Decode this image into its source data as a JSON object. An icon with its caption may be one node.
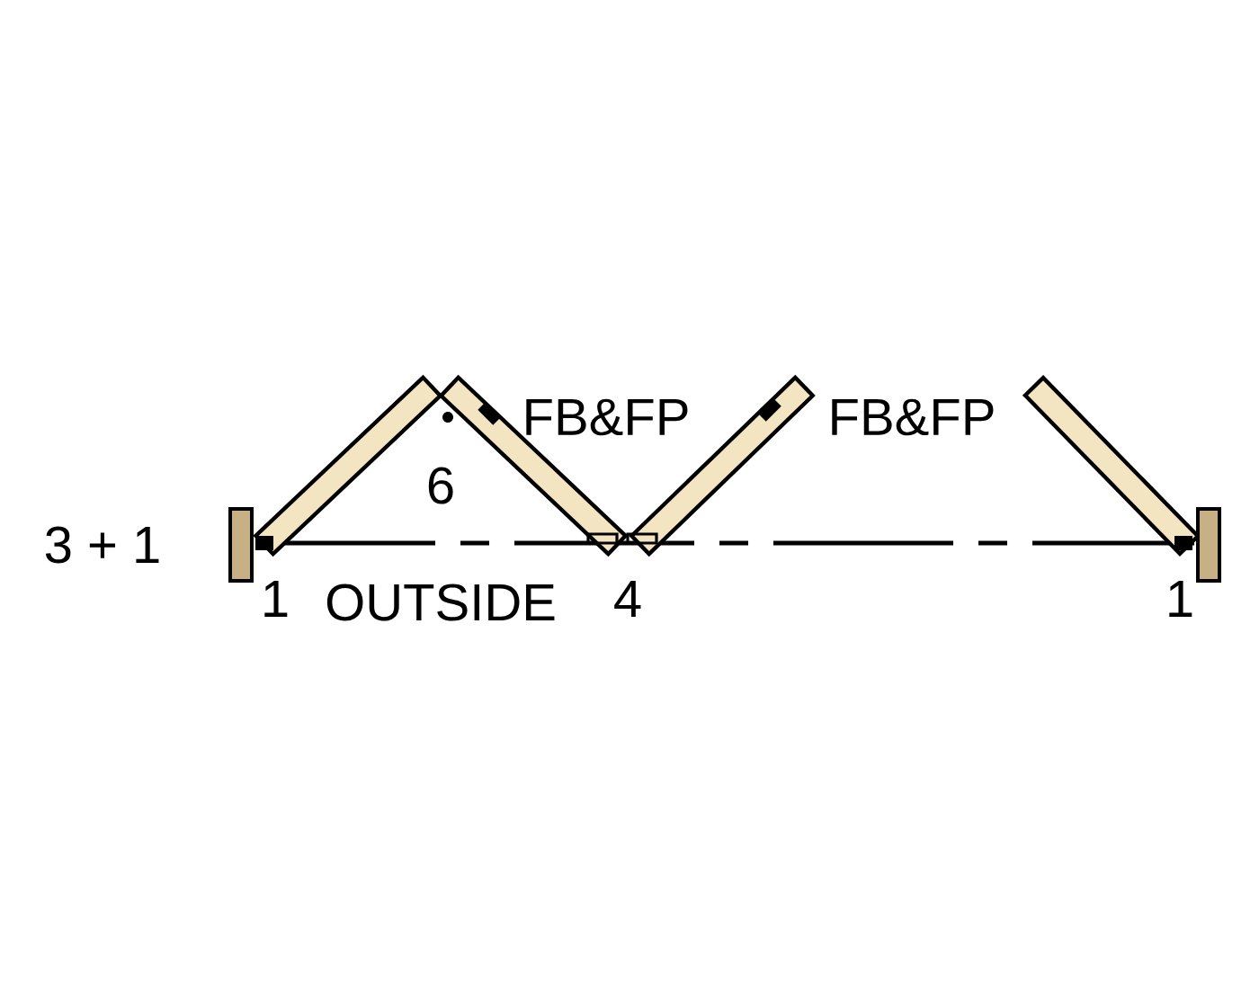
{
  "diagram": {
    "labels": [
      "3 + 1",
      "FB&FP",
      "FB&FP",
      "6",
      "1",
      "OUTSIDE",
      "4",
      "1"
    ]
  }
}
